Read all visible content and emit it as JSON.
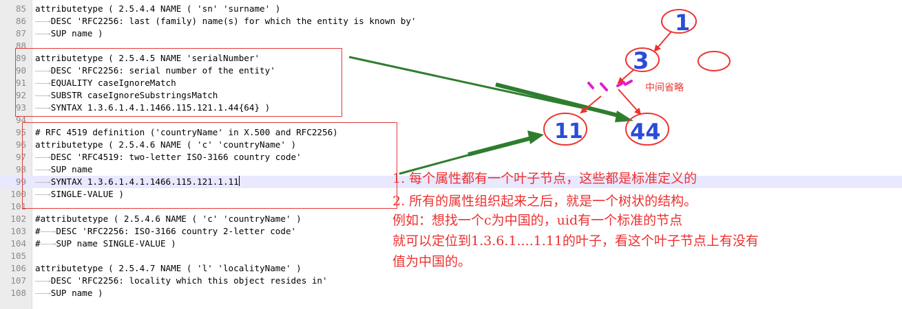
{
  "lines": [
    {
      "n": "85",
      "text": "attributetype ( 2.5.4.4 NAME ( 'sn' 'surname' )",
      "arrow": false
    },
    {
      "n": "86",
      "text": "DESC 'RFC2256: last (family) name(s) for which the entity is known by'",
      "arrow": true
    },
    {
      "n": "87",
      "text": "SUP name )",
      "arrow": true
    },
    {
      "n": "88",
      "text": "",
      "arrow": false
    },
    {
      "n": "89",
      "text": "attributetype ( 2.5.4.5 NAME 'serialNumber'",
      "arrow": false
    },
    {
      "n": "90",
      "text": "DESC 'RFC2256: serial number of the entity'",
      "arrow": true
    },
    {
      "n": "91",
      "text": "EQUALITY caseIgnoreMatch",
      "arrow": true
    },
    {
      "n": "92",
      "text": "SUBSTR caseIgnoreSubstringsMatch",
      "arrow": true
    },
    {
      "n": "93",
      "text": "SYNTAX 1.3.6.1.4.1.1466.115.121.1.44{64} )",
      "arrow": true
    },
    {
      "n": "94",
      "text": "",
      "arrow": false
    },
    {
      "n": "95",
      "text": "# RFC 4519 definition ('countryName' in X.500 and RFC2256)",
      "arrow": false
    },
    {
      "n": "96",
      "text": "attributetype ( 2.5.4.6 NAME ( 'c' 'countryName' )",
      "arrow": false
    },
    {
      "n": "97",
      "text": "DESC 'RFC4519: two-letter ISO-3166 country code'",
      "arrow": true
    },
    {
      "n": "98",
      "text": "SUP name",
      "arrow": true
    },
    {
      "n": "99",
      "text": "SYNTAX 1.3.6.1.4.1.1466.115.121.1.11",
      "arrow": true,
      "current": true
    },
    {
      "n": "100",
      "text": "SINGLE-VALUE )",
      "arrow": true
    },
    {
      "n": "101",
      "text": "",
      "arrow": false
    },
    {
      "n": "102",
      "text": "#attributetype ( 2.5.4.6 NAME ( 'c' 'countryName' )",
      "arrow": false
    },
    {
      "n": "103",
      "text": "DESC 'RFC2256: ISO-3166 country 2-letter code'",
      "arrow": true,
      "prefix": "#"
    },
    {
      "n": "104",
      "text": "SUP name SINGLE-VALUE )",
      "arrow": true,
      "prefix": "#"
    },
    {
      "n": "105",
      "text": "",
      "arrow": false
    },
    {
      "n": "106",
      "text": "attributetype ( 2.5.4.7 NAME ( 'l' 'localityName' )",
      "arrow": false
    },
    {
      "n": "107",
      "text": "DESC 'RFC2256: locality which this object resides in'",
      "arrow": true
    },
    {
      "n": "108",
      "text": "SUP name )",
      "arrow": true
    }
  ],
  "annotations": {
    "tree_nodes": {
      "n1": "1",
      "n3": "3",
      "n11": "11",
      "n44": "44"
    },
    "omitted_label": "中间省略",
    "notes": [
      "1.  每个属性都有一个叶子节点，这些都是标准定义的",
      "2.  所有的属性组织起来之后，就是一个树状的结构。",
      "例如：想找一个c为中国的，uid有一个标准的节点",
      "就可以定位到1.3.6.1....1.11的叶子，看这个叶子节点上有没有",
      "值为中国的。"
    ],
    "colors": {
      "annotation_red": "#ee3030",
      "arrow_green": "#2e7d2e",
      "node_blue": "#2b4cd6",
      "dash_magenta": "#e020c8"
    }
  }
}
